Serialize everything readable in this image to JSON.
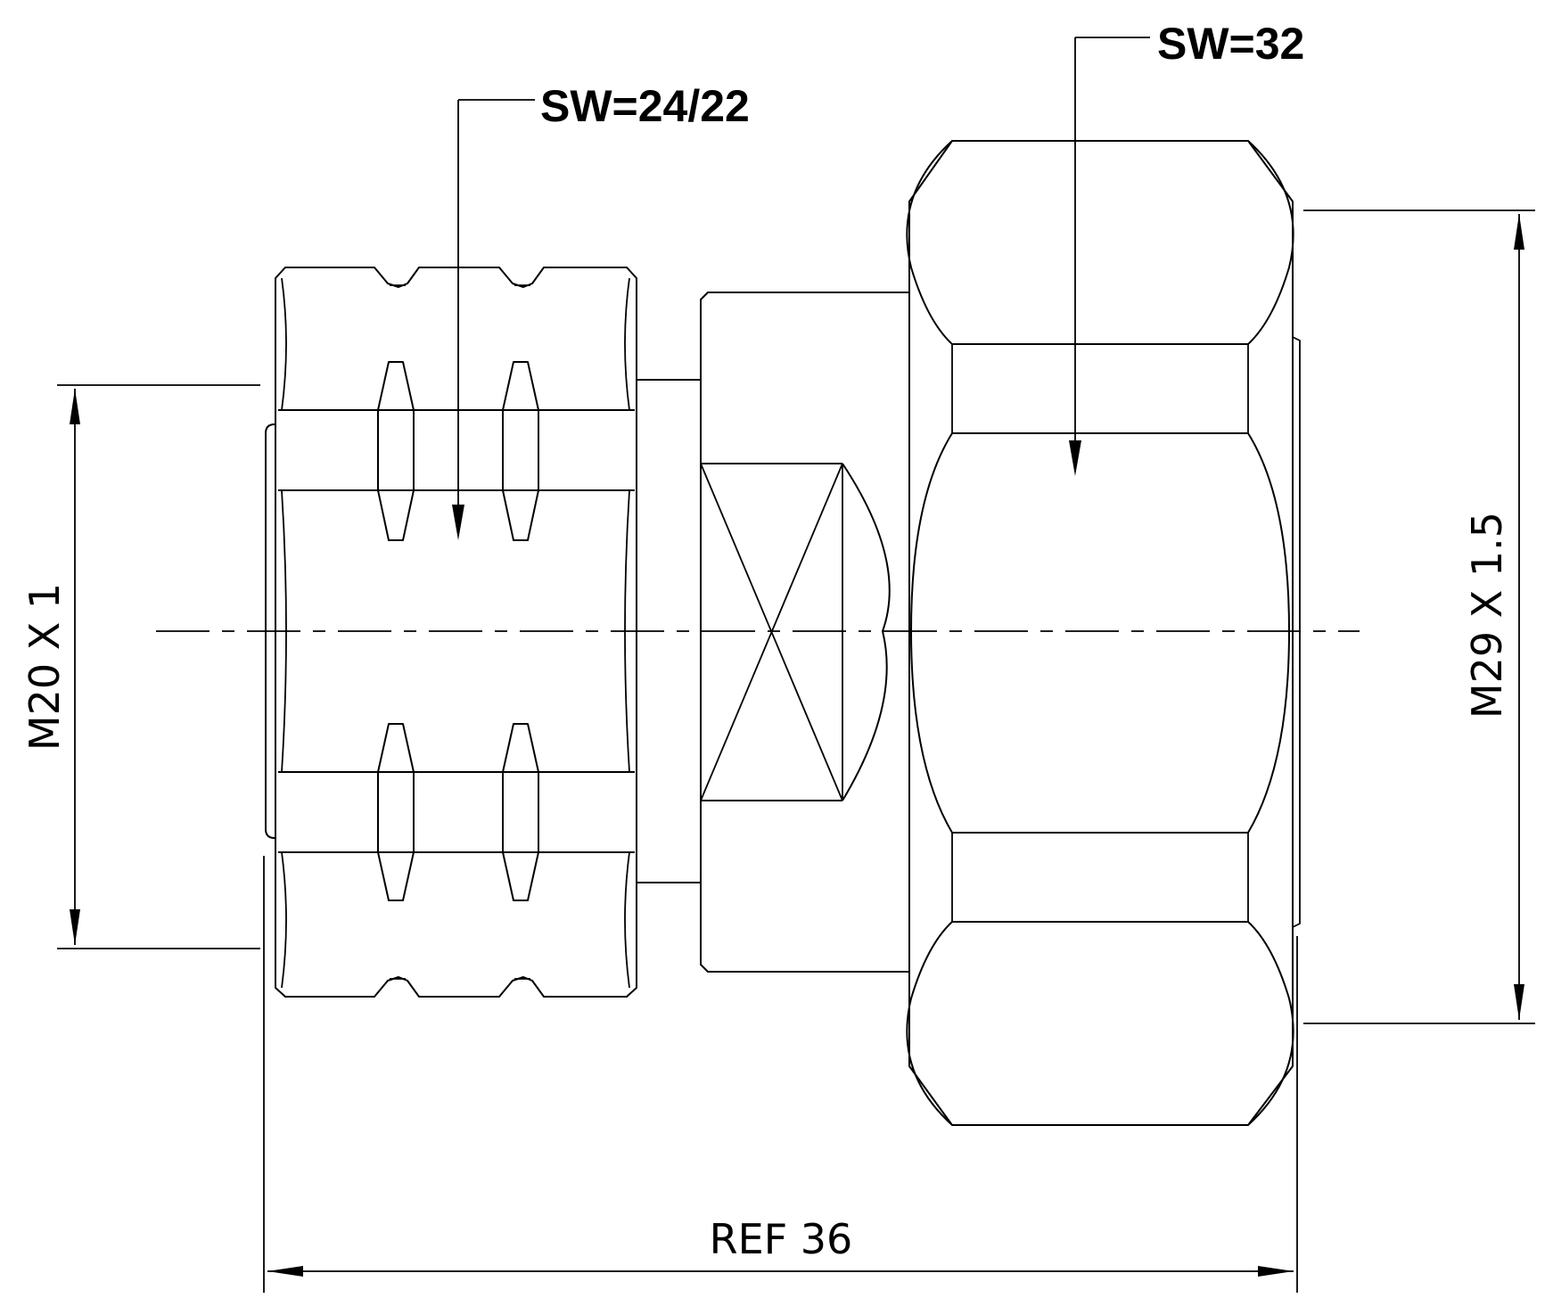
{
  "labels": {
    "hex_left": "SW=24/22",
    "hex_right": "SW=32",
    "thread_left": "M20 X 1",
    "thread_right": "M29 X 1.5",
    "length": "REF 36"
  },
  "colors": {
    "line": "#000000",
    "background": "#ffffff"
  }
}
